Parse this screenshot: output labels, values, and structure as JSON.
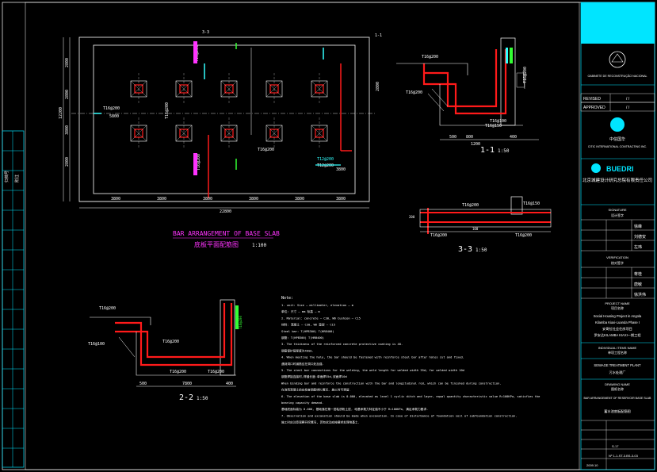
{
  "plan": {
    "title_en": "BAR ARRANGEMENT OF BASE SLAB",
    "title_cn": "底板平面配筋图",
    "scale": "1:100",
    "dims_bottom": [
      "3800",
      "3800",
      "3800",
      "3800",
      "3800",
      "3800"
    ],
    "dim_total": "22800",
    "dims_left": [
      "2800",
      "2800",
      "3800",
      "2800"
    ],
    "dim_left_total": "12200",
    "rebar_labels": [
      "T16@200",
      "T16@200",
      "T16@200",
      "T12@200",
      "T16@200",
      "T16@200",
      "T12@200"
    ],
    "misc_labels": [
      "5800",
      "3800",
      "2800",
      "1-1",
      "3-3"
    ]
  },
  "section11": {
    "title": "1-1",
    "scale": "1:50",
    "rebar_labels": [
      "T16@200",
      "T16@200",
      "T16@150",
      "T16@100",
      "T16@200"
    ],
    "dims": [
      "500",
      "800",
      "400",
      "1200"
    ]
  },
  "section33": {
    "title": "3-3",
    "scale": "1:50",
    "rebar_labels": [
      "T16@200",
      "T16@150",
      "T16@200",
      "T16@200"
    ],
    "dims": [
      "200",
      "100"
    ]
  },
  "section22": {
    "title": "2-2",
    "scale": "1:50",
    "rebar_labels": [
      "T16@200",
      "T16@100",
      "T16@200",
      "T16@200",
      "T16@200"
    ],
    "dims": [
      "500",
      "7800",
      "400"
    ]
  },
  "notes": {
    "heading": "Note:",
    "lines": [
      "1. unit: Size — millimeter, elevation — m",
      "   单位: 尺寸 — mm 标高 — m",
      "2. Material: concrete — C30, W6  Cushion — C15",
      "   材料: 混凝土 — C30, W6  垫层 — C15",
      "   Steel bar: T(HPB300)  T(HRB400)",
      "   钢筋: T(HPB300)  T(HRB400)",
      "3. The thickness of the reinforced concrete protective coating is 40.",
      "   钢筋保护层厚度为40mm.",
      "4. When meeting the hole, the bar should be fastened with reinforce steel bar after holes cut and fixed.",
      "   遇到洞口时钢筋应在洞口处加强.",
      "5. The steel bar connections for the welding, the weld length for welded width 35d; for welded width 10d",
      "   钢筋焊接连接时,焊缝长度:单面焊35d,双面焊10d",
      "   When binding bar and reinforce the construction with the bar and longitudinal rod, which can be finished during construction.",
      "   在浇筑混凝土前应检查钢筋绑扎情况, 施工时可预留.",
      "6. The elevation of the base slab is 0.000, elevated as level 1 cyclic ditch and layer, equal quantity characteristic value R=100KPa, satisfies the",
      "   bearing capacity demand.",
      "   基础底面标高为 0.000, 基础落在第一层粘质粉土层, 地基承载力特征值不小于 R=100KPa, 满足承载力要求.",
      "7. Observation and excavation should be made when excavation. In case of disturbance of foundation soil of subfoundation construction.",
      "   施工时应注意观察开挖情况, 若有扰动应按要求处理地基土."
    ]
  },
  "title_block": {
    "country": "GABINETE DE RECONSTRUÇÃO NACIONAL",
    "revised": "REVISED",
    "approved": "APPROVED",
    "slash": "/  /",
    "citic_cn": "中信国华",
    "citic_en": "CITIC INTERNATIONAL CONTRACTING INC.",
    "buedri": "BUEDRI",
    "buedri_cn": "北京城建设计研究总院有限责任公司",
    "signature": "SIGNATURE",
    "signature_cn": "设计签字",
    "verification": "VERIFICATION",
    "verification_cn": "校对签字",
    "project_name": "PROJECT NAME",
    "project_name_cn": "项目名称",
    "project_lines": [
      "Social Housing Project in Angola",
      "Kilamba Kiaxi-Luanda Phase I",
      "安哥拉社会住房项目",
      "罗安达KILAMBA KIAXI一期工程"
    ],
    "item_name": "INDIVIDUAL ITEMS NAME",
    "item_name_cn": "单项工程名称",
    "plant": "SEWAGE TREATMENT PLANT",
    "plant_cn": "污水处理厂",
    "drawing_name": "DRAWING NAME",
    "drawing_name_cn": "图纸名称",
    "drawing_lines": [
      "BAR ARRANGEMENT OF RESERVOIR BASE SLAB",
      "蓄水池底板配筋图"
    ],
    "sig_names": [
      "徐峰",
      "刘德安",
      "左玮",
      "蒋桂",
      "唐敏",
      "徐洪伟"
    ],
    "bottom": [
      "S-17",
      "Nº 1-1-ST-3.BS-3-03",
      "2009.10"
    ]
  },
  "left_strip": {
    "text": [
      "归档号",
      "附注"
    ]
  },
  "colors": {
    "background": "#000000",
    "line": "#ffffff",
    "rebar": "#ff1a1a",
    "dim": "#ffff33",
    "cyan": "#33ffff",
    "green": "#33ff33",
    "magenta": "#ff33ff",
    "accent_block": "#00e5ff"
  }
}
